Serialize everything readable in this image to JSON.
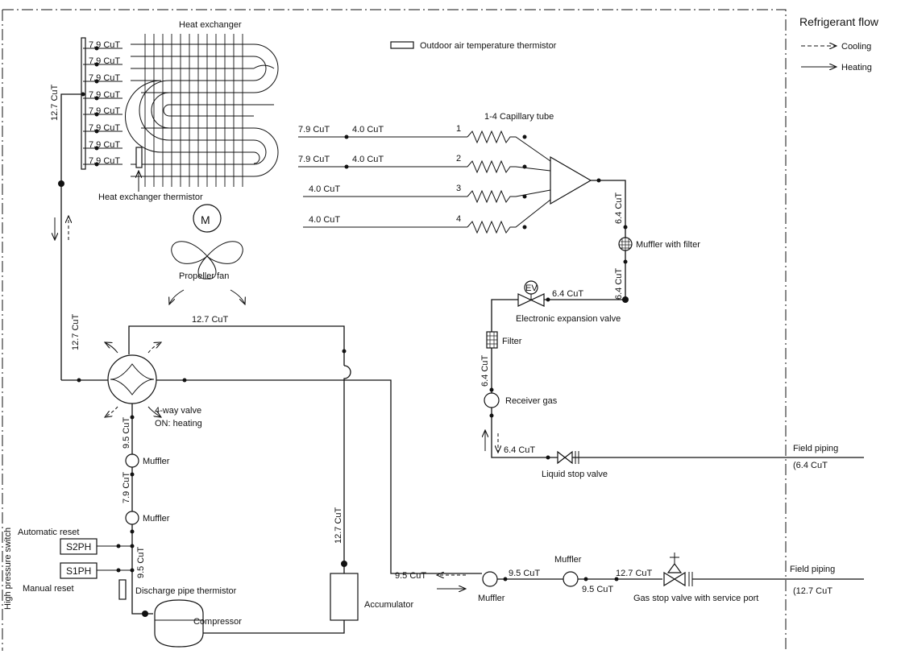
{
  "legend": {
    "title": "Refrigerant flow",
    "cooling": "Cooling",
    "heating": "Heating"
  },
  "heat_exchanger": {
    "title": "Heat exchanger",
    "branch_pipe": "7.9 CuT",
    "header_pipe": "12.7 CuT",
    "thermistor": "Heat exchanger thermistor"
  },
  "outdoor_thermistor": "Outdoor air temperature thermistor",
  "fan": {
    "motor": "M",
    "label": "Propeller fan"
  },
  "capillary": {
    "title": "1-4 Capillary tube",
    "rows": [
      {
        "pipe_a": "7.9 CuT",
        "pipe_b": "4.0 CuT",
        "num": "1"
      },
      {
        "pipe_a": "7.9 CuT",
        "pipe_b": "4.0 CuT",
        "num": "2"
      },
      {
        "pipe_a": "",
        "pipe_b": "4.0 CuT",
        "num": "3"
      },
      {
        "pipe_a": "",
        "pipe_b": "4.0 CuT",
        "num": "4"
      }
    ]
  },
  "pipes": {
    "p64": "6.4 CuT",
    "p127": "12.7 CuT",
    "p95": "9.5 CuT",
    "p79": "7.9 CuT"
  },
  "components": {
    "muffler_filter": "Muffler with filter",
    "ev_symbol": "EV",
    "ev_label": "Electronic expansion valve",
    "filter": "Filter",
    "receiver": "Receiver gas",
    "liquid_stop": "Liquid stop valve",
    "field_piping": "Field piping",
    "field_liquid": "(6.4 CuT",
    "field_gas": "(12.7 CuT",
    "four_way_1": "4-way valve",
    "four_way_2": "ON: heating",
    "muffler": "Muffler",
    "auto_reset": "Automatic reset",
    "manual_reset": "Manual reset",
    "s2ph": "S2PH",
    "s1ph": "S1PH",
    "hp_switch": "High pressure switch",
    "discharge_thermistor": "Discharge pipe thermistor",
    "compressor": "Compressor",
    "accumulator": "Accumulator",
    "gas_stop": "Gas stop valve with service port"
  }
}
